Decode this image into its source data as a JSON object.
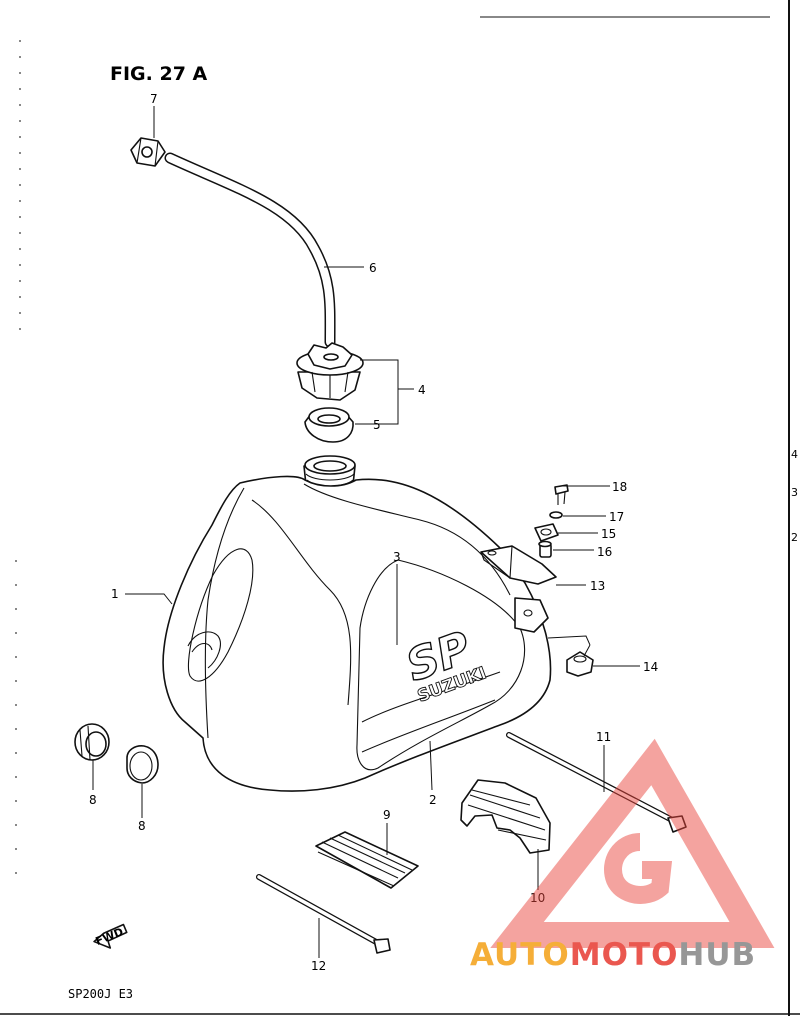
{
  "figure": {
    "title": "FIG. 27 A",
    "model_code": "SP200J E3",
    "fwd_label": "FWD",
    "logo_text": "SP",
    "brand_text": "SUZUKI"
  },
  "callouts": [
    {
      "id": "1",
      "label": "1"
    },
    {
      "id": "2",
      "label": "2"
    },
    {
      "id": "3",
      "label": "3"
    },
    {
      "id": "4",
      "label": "4"
    },
    {
      "id": "5",
      "label": "5"
    },
    {
      "id": "6",
      "label": "6"
    },
    {
      "id": "7",
      "label": "7"
    },
    {
      "id": "8a",
      "label": "8"
    },
    {
      "id": "8b",
      "label": "8"
    },
    {
      "id": "9",
      "label": "9"
    },
    {
      "id": "10",
      "label": "10"
    },
    {
      "id": "11",
      "label": "11"
    },
    {
      "id": "12",
      "label": "12"
    },
    {
      "id": "13",
      "label": "13"
    },
    {
      "id": "14",
      "label": "14"
    },
    {
      "id": "15",
      "label": "15"
    },
    {
      "id": "16",
      "label": "16"
    },
    {
      "id": "17",
      "label": "17"
    },
    {
      "id": "18",
      "label": "18"
    }
  ],
  "edge_marks": [
    "4",
    "3",
    "2"
  ],
  "watermark": {
    "text_part1": "AUTO",
    "text_part2": "MOTO",
    "text_part3": "HUB",
    "color_orange": "#f5a623",
    "color_red": "#e8453c",
    "color_gray": "#8c8c8c"
  }
}
